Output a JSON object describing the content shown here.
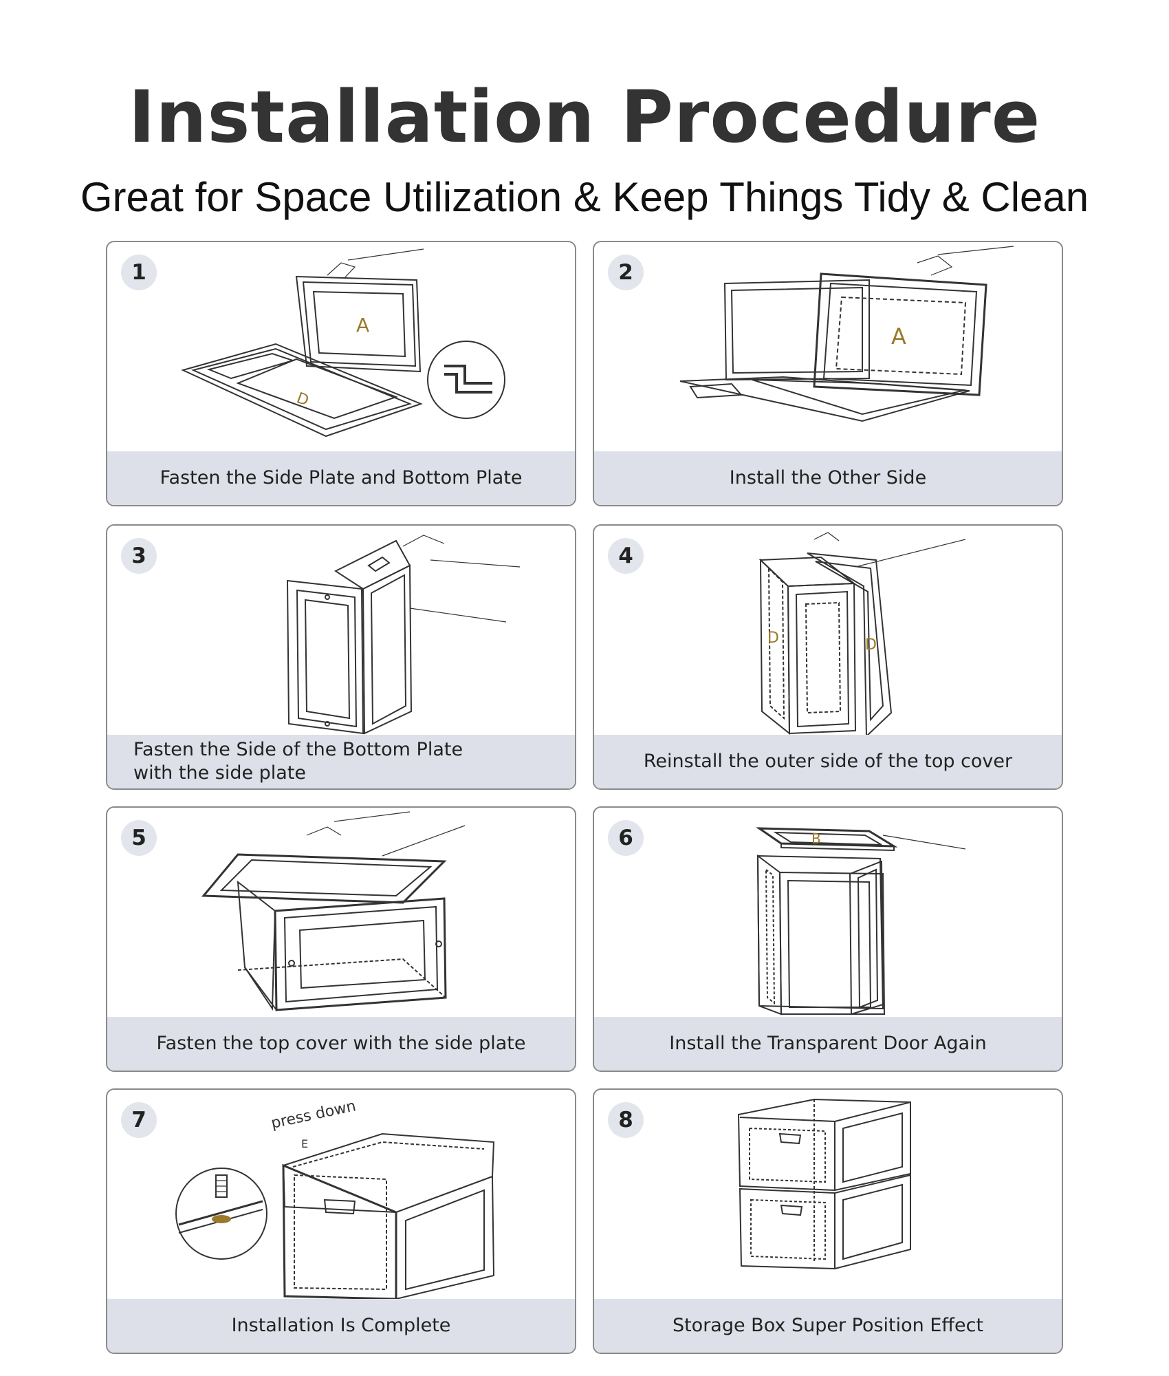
{
  "header": {
    "title": "Installation Procedure",
    "subtitle": "Great for Space Utilization & Keep Things Tidy & Clean"
  },
  "steps": [
    {
      "number": "1",
      "caption": "Fasten the Side Plate and Bottom Plate",
      "labels": [
        "A",
        "D"
      ]
    },
    {
      "number": "2",
      "caption": "Install the Other Side",
      "labels": [
        "A"
      ]
    },
    {
      "number": "3",
      "caption_line1": "Fasten the Side of the Bottom Plate",
      "caption_line2": "with the side plate"
    },
    {
      "number": "4",
      "caption": "Reinstall the outer side of the top cover",
      "labels": [
        "D",
        "D"
      ]
    },
    {
      "number": "5",
      "caption": "Fasten the top cover with the side plate"
    },
    {
      "number": "6",
      "caption": "Install the Transparent Door Again",
      "labels": [
        "B"
      ]
    },
    {
      "number": "7",
      "caption": "Installation Is Complete",
      "labels": [
        "press down",
        "E"
      ]
    },
    {
      "number": "8",
      "caption": "Storage Box Super Position Effect"
    }
  ],
  "colors": {
    "caption_bg": "#dde0e8",
    "border": "#8a8a8a",
    "label": "#9a7a2a"
  }
}
